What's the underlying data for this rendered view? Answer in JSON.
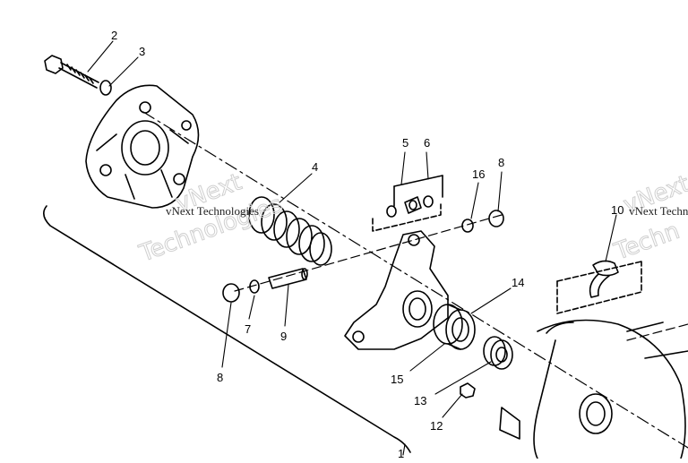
{
  "diagram": {
    "callouts": [
      {
        "id": "c1",
        "text": "1"
      },
      {
        "id": "c2",
        "text": "2"
      },
      {
        "id": "c3",
        "text": "3"
      },
      {
        "id": "c4",
        "text": "4"
      },
      {
        "id": "c5",
        "text": "5"
      },
      {
        "id": "c6",
        "text": "6"
      },
      {
        "id": "c7",
        "text": "7"
      },
      {
        "id": "c8a",
        "text": "8"
      },
      {
        "id": "c8b",
        "text": "8"
      },
      {
        "id": "c9",
        "text": "9"
      },
      {
        "id": "c10",
        "text": "10"
      },
      {
        "id": "c12",
        "text": "12"
      },
      {
        "id": "c13",
        "text": "13"
      },
      {
        "id": "c14",
        "text": "14"
      },
      {
        "id": "c15",
        "text": "15"
      },
      {
        "id": "c16",
        "text": "16"
      }
    ],
    "watermarks": {
      "small_1": "vNext Technologies",
      "small_2": "vNext Techn",
      "big_1": "vNext",
      "big_2": "Technologies",
      "big_3": "vNext",
      "big_4": "Techn"
    }
  }
}
